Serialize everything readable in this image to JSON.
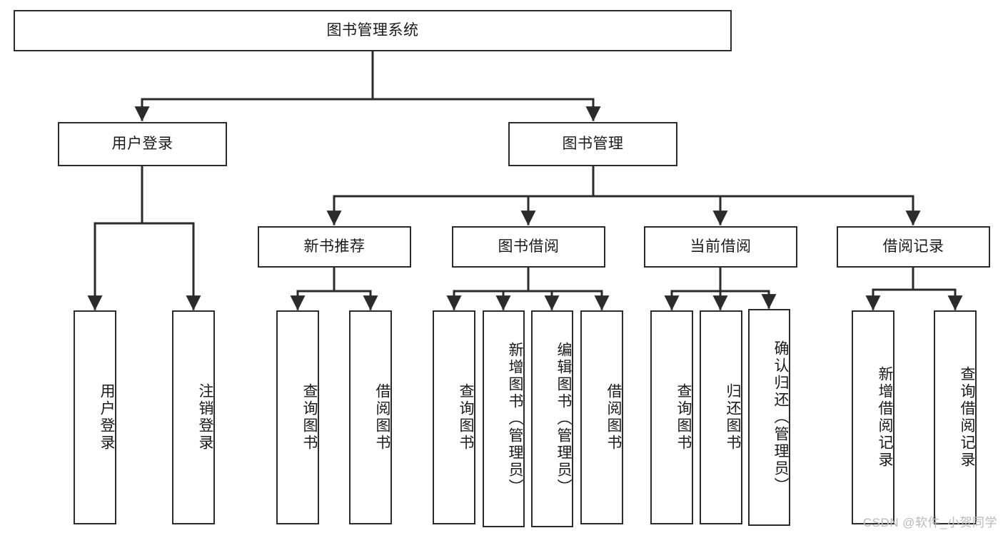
{
  "diagram": {
    "title": "图书管理系统",
    "type": "tree-hierarchy",
    "watermark": "CSDN @软件_小贺同学",
    "colors": {
      "stroke": "#2b2b2b",
      "fill": "#ffffff",
      "text": "#1a1a1a",
      "watermark": "#b9b9b9"
    },
    "nodes": {
      "root": {
        "label": "图书管理系统",
        "level": 0,
        "orientation": "horizontal"
      },
      "l1": [
        {
          "id": "user_login",
          "label": "用户登录",
          "level": 1,
          "orientation": "horizontal"
        },
        {
          "id": "book_manage",
          "label": "图书管理",
          "level": 1,
          "orientation": "horizontal"
        }
      ],
      "l2": [
        {
          "id": "new_book_rec",
          "label": "新书推荐",
          "level": 2,
          "orientation": "horizontal"
        },
        {
          "id": "book_borrow",
          "label": "图书借阅",
          "level": 2,
          "orientation": "horizontal"
        },
        {
          "id": "current_borrow",
          "label": "当前借阅",
          "level": 2,
          "orientation": "horizontal"
        },
        {
          "id": "borrow_record",
          "label": "借阅记录",
          "level": 2,
          "orientation": "horizontal"
        }
      ],
      "leaves": [
        {
          "id": "leaf_user_login",
          "label": "用户登录",
          "parent": "user_login",
          "orientation": "vertical"
        },
        {
          "id": "leaf_user_logout",
          "label": "注销登录",
          "parent": "user_login",
          "orientation": "vertical"
        },
        {
          "id": "leaf_query_book_1",
          "label": "查询图书",
          "parent": "new_book_rec",
          "orientation": "vertical"
        },
        {
          "id": "leaf_borrow_book_1",
          "label": "借阅图书",
          "parent": "new_book_rec",
          "orientation": "vertical"
        },
        {
          "id": "leaf_query_book_2",
          "label": "查询图书",
          "parent": "book_borrow",
          "orientation": "vertical"
        },
        {
          "id": "leaf_add_book",
          "label": "新增图书（管理员）",
          "parent": "book_borrow",
          "orientation": "vertical"
        },
        {
          "id": "leaf_edit_book",
          "label": "编辑图书（管理员）",
          "parent": "book_borrow",
          "orientation": "vertical"
        },
        {
          "id": "leaf_borrow_book_2",
          "label": "借阅图书",
          "parent": "book_borrow",
          "orientation": "vertical"
        },
        {
          "id": "leaf_query_book_3",
          "label": "查询图书",
          "parent": "current_borrow",
          "orientation": "vertical"
        },
        {
          "id": "leaf_return_book",
          "label": "归还图书",
          "parent": "current_borrow",
          "orientation": "vertical"
        },
        {
          "id": "leaf_confirm_return",
          "label": "确认归还（管理员）",
          "parent": "current_borrow",
          "orientation": "vertical"
        },
        {
          "id": "leaf_add_record",
          "label": "新增借阅记录",
          "parent": "borrow_record",
          "orientation": "vertical"
        },
        {
          "id": "leaf_query_record",
          "label": "查询借阅记录",
          "parent": "borrow_record",
          "orientation": "vertical"
        }
      ]
    }
  }
}
